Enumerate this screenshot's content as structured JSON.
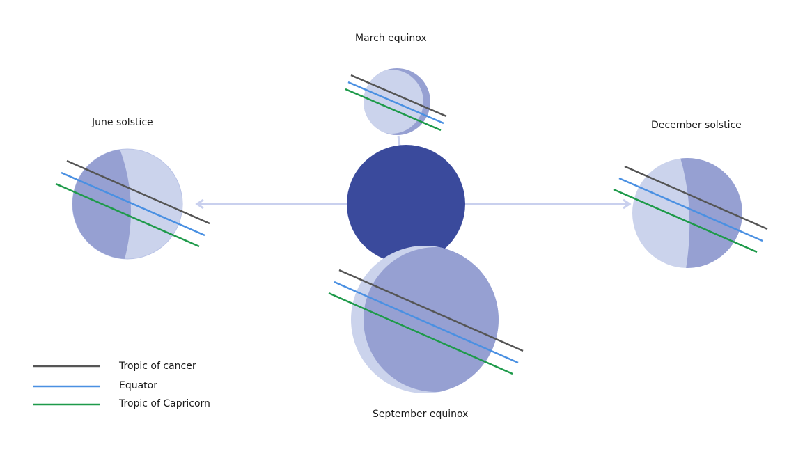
{
  "labels": {
    "march": "March equinox",
    "june": "June solstice",
    "december": "December solstice",
    "september": "September equinox"
  },
  "legend": [
    {
      "label": "Tropic of cancer",
      "color": "#555555"
    },
    {
      "label": "Equator",
      "color": "#4a90e2"
    },
    {
      "label": "Tropic of Capricorn",
      "color": "#1e9a4a"
    }
  ],
  "colors": {
    "sun": "#3a4a9c",
    "earth_light": "#cbd3ec",
    "earth_dark": "#96a0d2",
    "orbit_arrow": "#c9d0ee"
  }
}
